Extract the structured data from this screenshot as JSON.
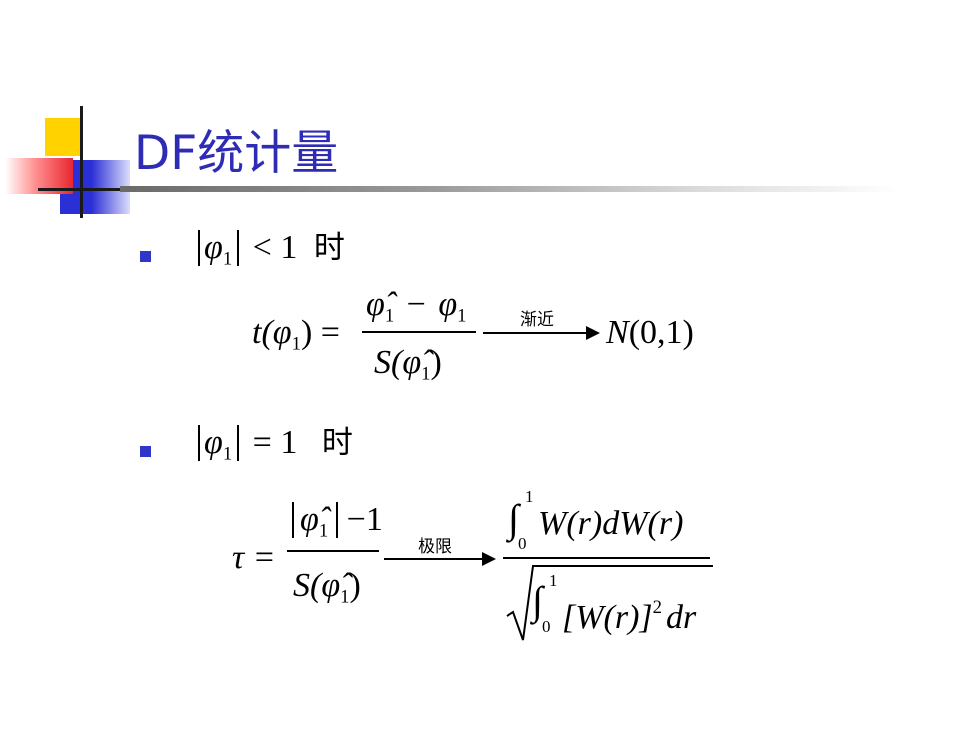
{
  "slide": {
    "title": "DF统计量"
  },
  "bullet1": {
    "cond_var": "φ",
    "cond_sub": "1",
    "cond_rest": "< 1",
    "cond_word": "时",
    "lhs_t": "t(",
    "lhs_phi": "φ",
    "lhs_sub": "1",
    "lhs_close": ") =",
    "num_phihat": "φ̂",
    "num_sub1": "1",
    "num_minus": "−",
    "num_phi": "φ",
    "num_sub2": "1",
    "den_S": "S(",
    "den_phihat": "φ̂",
    "den_sub": "1",
    "den_close": ")",
    "arrow_label": "渐近",
    "rhs_N": "N",
    "rhs_args": "(0,1)"
  },
  "bullet2": {
    "cond_var": "φ",
    "cond_sub": "1",
    "cond_rest": "= 1",
    "cond_word": "时",
    "lhs_tau": "τ =",
    "num_phihat": "φ̂",
    "num_sub": "1",
    "num_rest": "−1",
    "den_S": "S(",
    "den_phihat": "φ̂",
    "den_sub": "1",
    "den_close": ")",
    "arrow_label": "极限",
    "int_sym": "∫",
    "int_upper": "1",
    "int_lower": "0",
    "rhs_num_body": "W(r)dW(r)",
    "rhs_den_int": "∫",
    "rhs_den_upper": "1",
    "rhs_den_lower": "0",
    "rhs_den_body": "[W(r)]",
    "rhs_den_pow": "2",
    "rhs_den_dr": "dr",
    "sqrt_sym": "√"
  },
  "colors": {
    "title": "#2e2bb5",
    "bullet": "#2f36c8",
    "logo_yellow": "#ffd200",
    "logo_red": "#e8262f",
    "logo_blue": "#2b2fd6"
  }
}
